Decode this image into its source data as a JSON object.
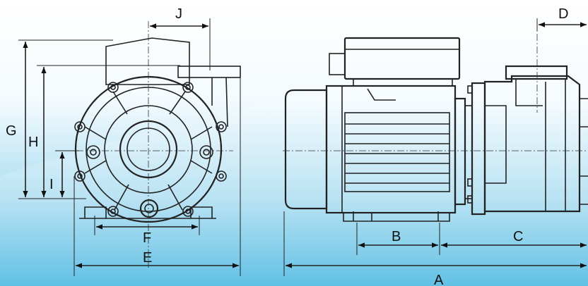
{
  "diagram": {
    "colors": {
      "background_top": "#ffffff",
      "background_bottom": "#3fb3df",
      "line": "#222222"
    },
    "dimension_labels": {
      "A": "A",
      "B": "B",
      "C": "C",
      "D": "D",
      "E": "E",
      "F": "F",
      "G": "G",
      "H": "H",
      "I": "I",
      "J": "J"
    }
  }
}
